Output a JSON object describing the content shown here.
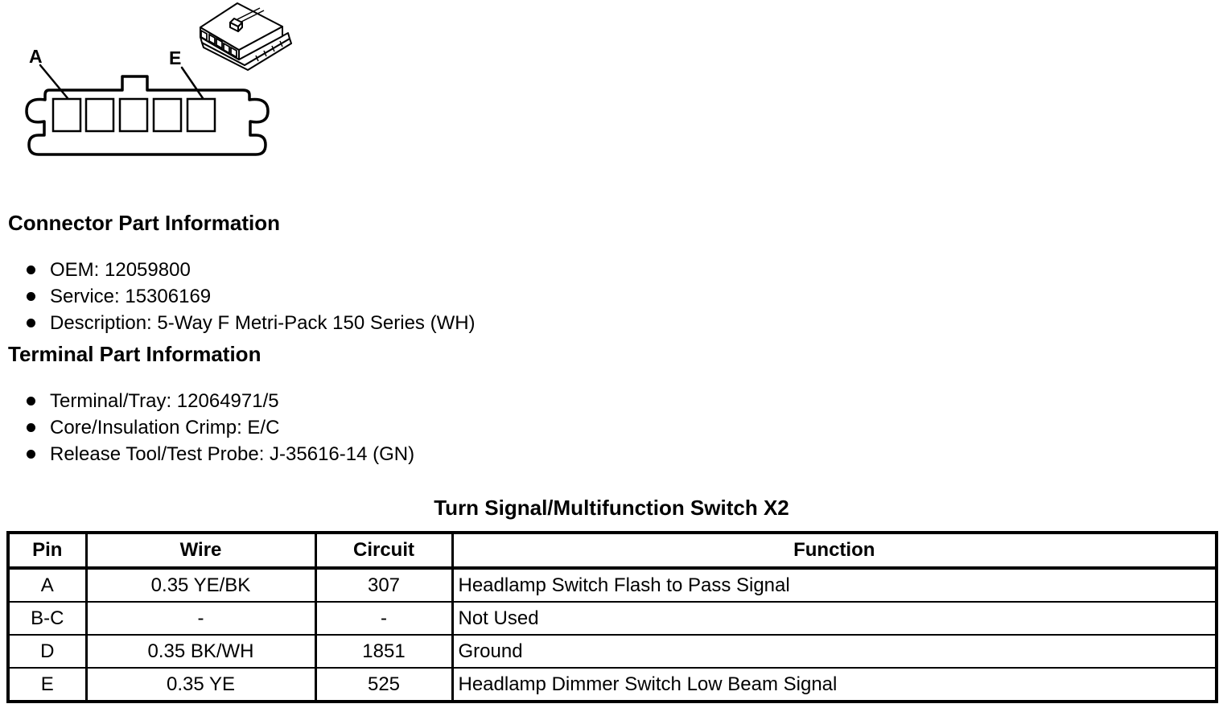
{
  "page": {
    "background": "#ffffff",
    "ink": "#000000"
  },
  "diagram": {
    "pin_label_a": "A",
    "pin_label_e": "E"
  },
  "connector_info": {
    "heading": "Connector Part Information",
    "items": [
      "OEM: 12059800",
      "Service: 15306169",
      "Description: 5-Way F Metri-Pack 150 Series (WH)"
    ]
  },
  "terminal_info": {
    "heading": "Terminal Part Information",
    "items": [
      "Terminal/Tray: 12064971/5",
      "Core/Insulation Crimp: E/C",
      "Release Tool/Test Probe: J-35616-14 (GN)"
    ]
  },
  "pinout": {
    "title": "Turn Signal/Multifunction Switch X2",
    "headers": [
      "Pin",
      "Wire",
      "Circuit",
      "Function"
    ],
    "rows": [
      {
        "pin": "A",
        "wire": "0.35 YE/BK",
        "circuit": "307",
        "function": "Headlamp Switch Flash to Pass Signal"
      },
      {
        "pin": "B-C",
        "wire": "-",
        "circuit": "-",
        "function": "Not Used"
      },
      {
        "pin": "D",
        "wire": "0.35 BK/WH",
        "circuit": "1851",
        "function": "Ground"
      },
      {
        "pin": "E",
        "wire": "0.35 YE",
        "circuit": "525",
        "function": "Headlamp Dimmer Switch Low Beam Signal"
      }
    ]
  }
}
